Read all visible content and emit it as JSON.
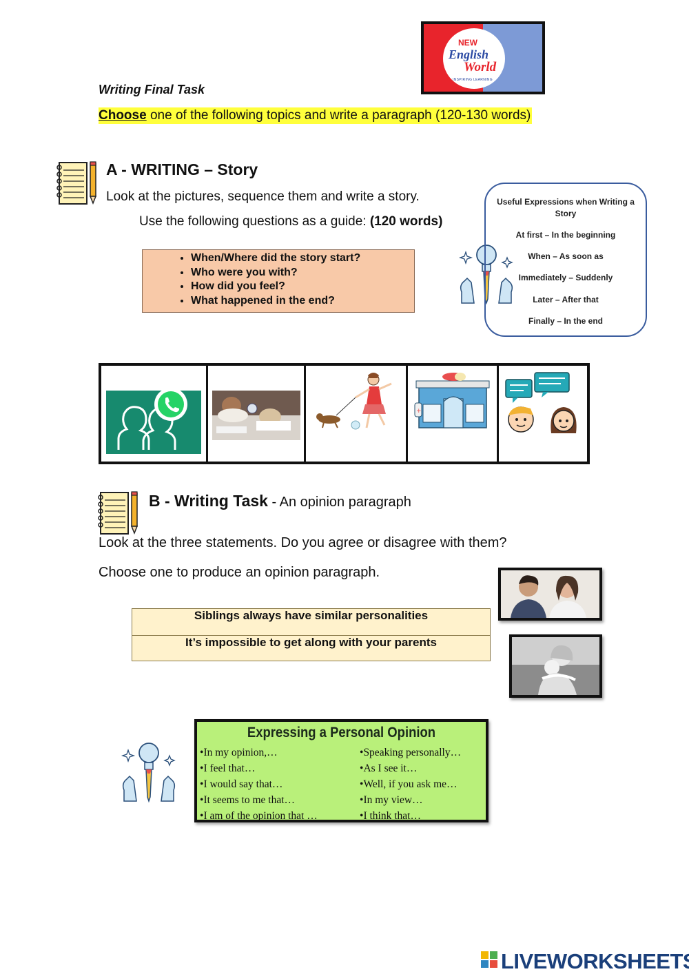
{
  "header": {
    "logo": {
      "top": "NEW",
      "line1": "English",
      "line2": "World",
      "sub": "INSPIRING LEARNING",
      "colors": [
        "#e8242c",
        "#7d9ad6"
      ]
    },
    "title": "Writing Final Task",
    "instruction_choose": "Choose",
    "instruction_rest": " one of the following topics and write a paragraph (120-130 words)"
  },
  "section_a": {
    "heading": "A - WRITING – Story",
    "line1": "Look at the pictures, sequence them and write a story.",
    "line2_prefix": "Use the following questions as a guide: ",
    "line2_bold": "(120 words)",
    "questions": [
      "When/Where did the story start?",
      "Who were you with?",
      "How did you feel?",
      "What happened in the end?"
    ],
    "useful": {
      "title": "Useful Expressions when Writing a Story",
      "items": [
        "At first – In the beginning",
        "When – As soon as",
        "Immediately – Suddenly",
        "Later – After that",
        "Finally – In the end"
      ]
    },
    "pictures": [
      "whatsapp-group-icon",
      "students-sleeping-photo",
      "girl-walking-dog-icon",
      "pharmacy-icon",
      "two-people-talking-icon"
    ]
  },
  "section_b": {
    "heading_bold": "B - Writing Task",
    "heading_light": " - An opinion paragraph",
    "line1": "Look at the three statements. Do you agree or disagree with them?",
    "line2": "Choose one to produce an opinion paragraph.",
    "statements": [
      "Siblings always have similar personalities",
      "It’s impossible to get along with your parents"
    ],
    "opinion_box": {
      "title": "Expressing a Personal Opinion",
      "left": [
        "In my opinion,…",
        "I feel that…",
        "I would say that…",
        "It seems to me that…",
        "I am of the opinion that …"
      ],
      "right": [
        "Speaking personally…",
        "As I see it…",
        "Well, if you ask me…",
        "In my view…",
        "I think that…"
      ],
      "color": "#b9f07a"
    }
  },
  "footer": {
    "brand": "LIVEWORKSHEETS"
  }
}
